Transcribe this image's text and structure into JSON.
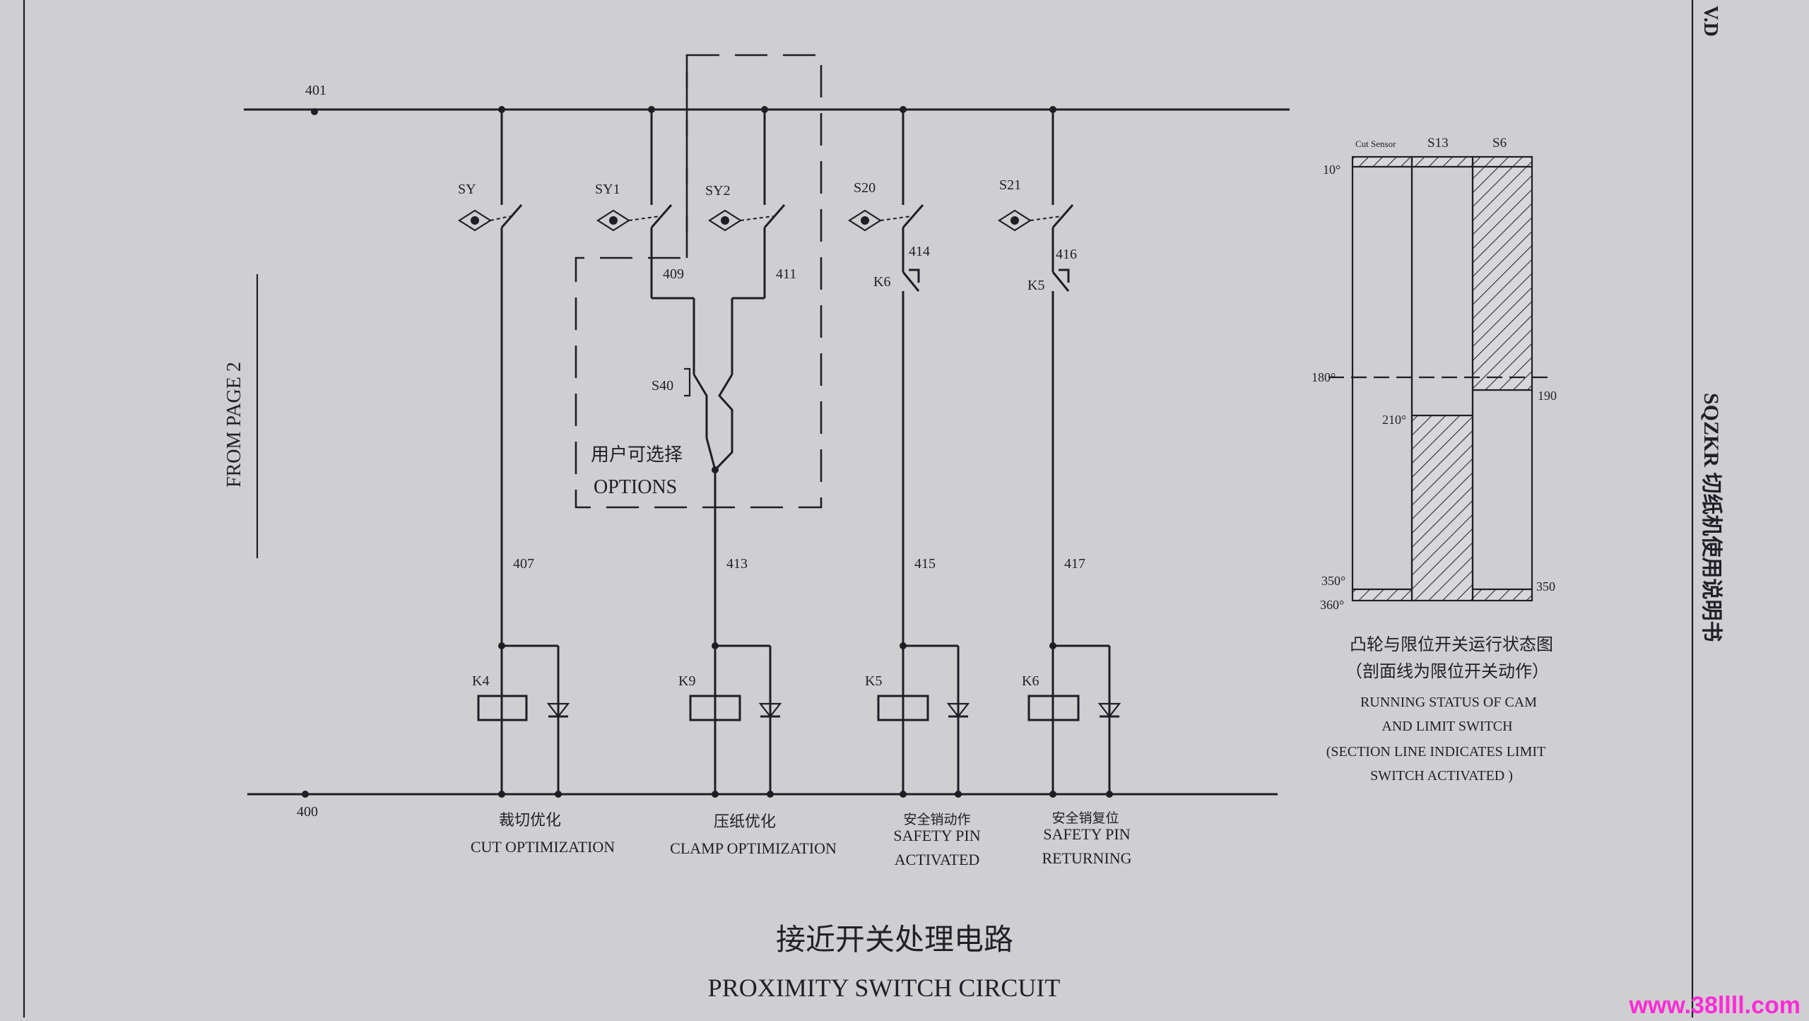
{
  "colors": {
    "paper": "#cfcfd2",
    "ink": "#1e1e26",
    "watermark": "#ff2bd6"
  },
  "nodes": {
    "top": "401",
    "bottom": "400"
  },
  "side": {
    "from_page": "FROM  PAGE 2"
  },
  "branches": [
    {
      "sensor": "SY",
      "wire_mid": "",
      "wire": "407",
      "relay": "K4",
      "cn": "裁切优化",
      "en1": "CUT OPTIMIZATION",
      "en2": ""
    },
    {
      "sensor": "",
      "wire_mid": "",
      "wire": "413",
      "relay": "K9",
      "cn": "压纸优化",
      "en1": "CLAMP OPTIMIZATION",
      "en2": ""
    },
    {
      "sensor": "S20",
      "wire_mid": "414",
      "interlock": "K6",
      "wire": "415",
      "relay": "K5",
      "cn": "安全销动作",
      "en1": "SAFETY PIN",
      "en2": "ACTIVATED"
    },
    {
      "sensor": "S21",
      "wire_mid": "416",
      "interlock": "K5",
      "wire": "417",
      "relay": "K6",
      "cn": "安全销复位",
      "en1": "SAFETY PIN",
      "en2": "RETURNING"
    }
  ],
  "options": {
    "sensor1": "SY1",
    "sensor2": "SY2",
    "wire1": "409",
    "wire2": "411",
    "selector": "S40",
    "cn": "用户可选择",
    "en": "OPTIONS"
  },
  "cam": {
    "headers": [
      "Cut Sensor",
      "S13",
      "S6"
    ],
    "angles_left": [
      "10°",
      "180°",
      "210°",
      "350°",
      "360°"
    ],
    "angles_right": [
      "190",
      "350"
    ],
    "caption_cn1": "凸轮与限位开关运行状态图",
    "caption_cn2": "（剖面线为限位开关动作）",
    "caption_en": [
      "RUNNING STATUS OF CAM",
      "AND LIMIT SWITCH",
      "(SECTION LINE INDICATES LIMIT",
      "SWITCH ACTIVATED )"
    ]
  },
  "title_cn": "接近开关处理电路",
  "title_en": "PROXIMITY SWITCH CIRCUIT",
  "margin_title": "SQZKR 切纸机使用说明书",
  "corner_mark": "V.D",
  "watermark": "www.38llll.com"
}
